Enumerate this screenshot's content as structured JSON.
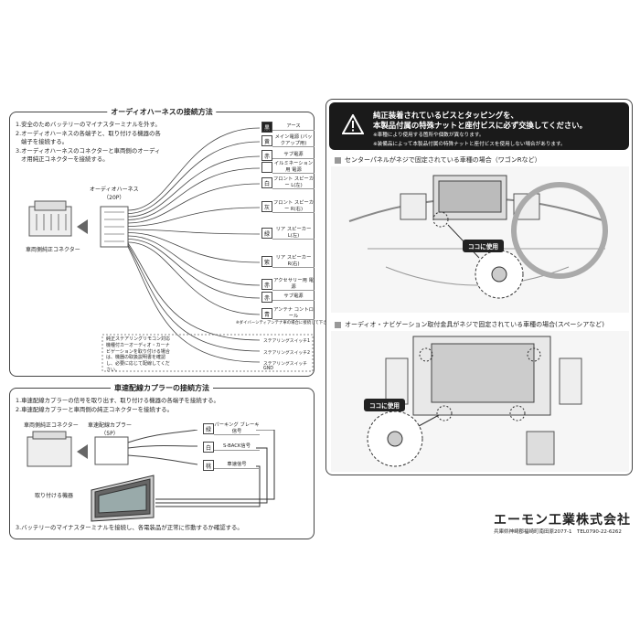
{
  "left_top": {
    "title": "オーディオハーネスの接続方法",
    "notes": [
      "1.安全のためバッテリーのマイナスターミナルを外す。",
      "2.オーディオハーネスの各端子と、取り付ける機器の各",
      "端子を接続する。",
      "3.オーディオハーネスのコネクターと車両側のオーディ",
      "オ用純正コネクターを接続する。"
    ],
    "harness_label_1": "オーディオハーネス",
    "harness_label_2": "（20P）",
    "vehicle_connector_label": "車両側純正コネクター",
    "wires": [
      {
        "color": "黒",
        "func": "アース"
      },
      {
        "color": "黄",
        "func": "メイン電源 (バックアップ用)"
      },
      {
        "color": "赤",
        "func": "サブ電源"
      },
      {
        "color": "",
        "func": "イルミネーション用 電源"
      },
      {
        "color": "白",
        "func": "フロント スピーカー L(左)"
      },
      {
        "color": "灰",
        "func": "フロント スピーカー R(右)"
      },
      {
        "color": "緑",
        "func": "リア スピーカー L(左)"
      },
      {
        "color": "紫",
        "func": "リア スピーカー R(右)"
      },
      {
        "color": "赤",
        "func": "アクセサリー用 電源"
      },
      {
        "color": "赤",
        "func": "サブ電源"
      },
      {
        "color": "青",
        "func": "アンテナ コントロール"
      }
    ],
    "antenna_note": "※ダイバーシティアンテナ車の場合に接続して下さい",
    "steering_note": [
      "純正ステアリングリモコン対応",
      "機種付カーオーディオ・カーナ",
      "ビゲーションを取り付ける場合",
      "は、機器の取扱説明書を確認",
      "し、必要に応じて配線してくだ",
      "さい。"
    ],
    "steering_wires": [
      "ステアリングスイッチ1",
      "ステアリングスイッチ2",
      "ステアリングスイッチ GND"
    ]
  },
  "left_bottom": {
    "title": "車速配線カプラーの接続方法",
    "notes": [
      "1.車速配線カプラーの信号を取り出す、取り付ける機器の各端子を接続する。",
      "2.車速配線カプラーと車両側の純正コネクターを接続する。"
    ],
    "vehicle_connector_label": "車両側純正コネクター",
    "coupler_label_1": "車速配線カプラー",
    "coupler_label_2": "（5P）",
    "device_label": "取り付ける機器",
    "wires": [
      {
        "color": "緑",
        "func": "パーキング ブレーキ信号"
      },
      {
        "color": "白",
        "func": "S-BACK信号"
      },
      {
        "color": "桃",
        "func": "車速信号"
      }
    ],
    "final_note": "3.バッテリーのマイナスターミナルを接続し、各電装品が正常に作動するか確認する。"
  },
  "right": {
    "banner": {
      "line1": "純正装着されているビスとタッピングを、",
      "line2": "本製品付属の特殊ナットと座付ビスに必ず交換してください。",
      "line3": "※車種により使用する箇所や個数が異なります。",
      "line4": "※装備品によって本製品付属の特殊ナットと座付ビスを使用しない場合があります。"
    },
    "case1_caption": "センターパネルがネジで固定されている車種の場合（ワゴンRなど）",
    "case2_caption": "オーディオ・ナビゲーション取付金具がネジで固定されている車種の場合(スペーシアなど)",
    "callout": "ココに使用",
    "company": "エーモン工業株式会社",
    "address": "兵庫県神崎郡福崎町南田原2077-1　TEL0790-22-6262"
  },
  "colors": {
    "border": "#444444",
    "banner_bg": "#1a1a1a",
    "line": "#555555"
  }
}
